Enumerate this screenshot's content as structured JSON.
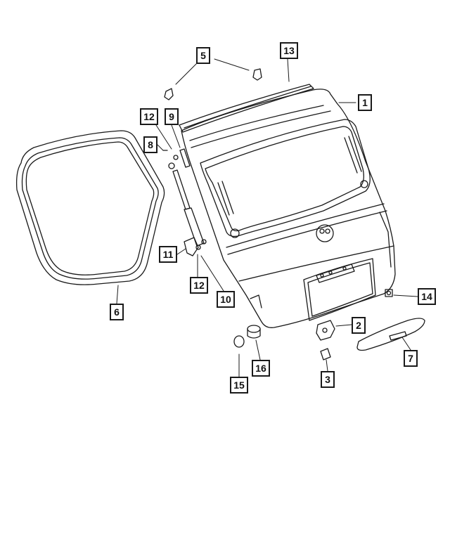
{
  "callouts": [
    {
      "id": "1",
      "label": "1"
    },
    {
      "id": "2",
      "label": "2"
    },
    {
      "id": "3",
      "label": "3"
    },
    {
      "id": "5",
      "label": "5"
    },
    {
      "id": "6",
      "label": "6"
    },
    {
      "id": "7",
      "label": "7"
    },
    {
      "id": "8",
      "label": "8"
    },
    {
      "id": "9",
      "label": "9"
    },
    {
      "id": "10",
      "label": "10"
    },
    {
      "id": "11",
      "label": "11"
    },
    {
      "id": "12a",
      "label": "12"
    },
    {
      "id": "12b",
      "label": "12"
    },
    {
      "id": "13",
      "label": "13"
    },
    {
      "id": "14",
      "label": "14"
    },
    {
      "id": "15",
      "label": "15"
    },
    {
      "id": "16",
      "label": "16"
    }
  ]
}
